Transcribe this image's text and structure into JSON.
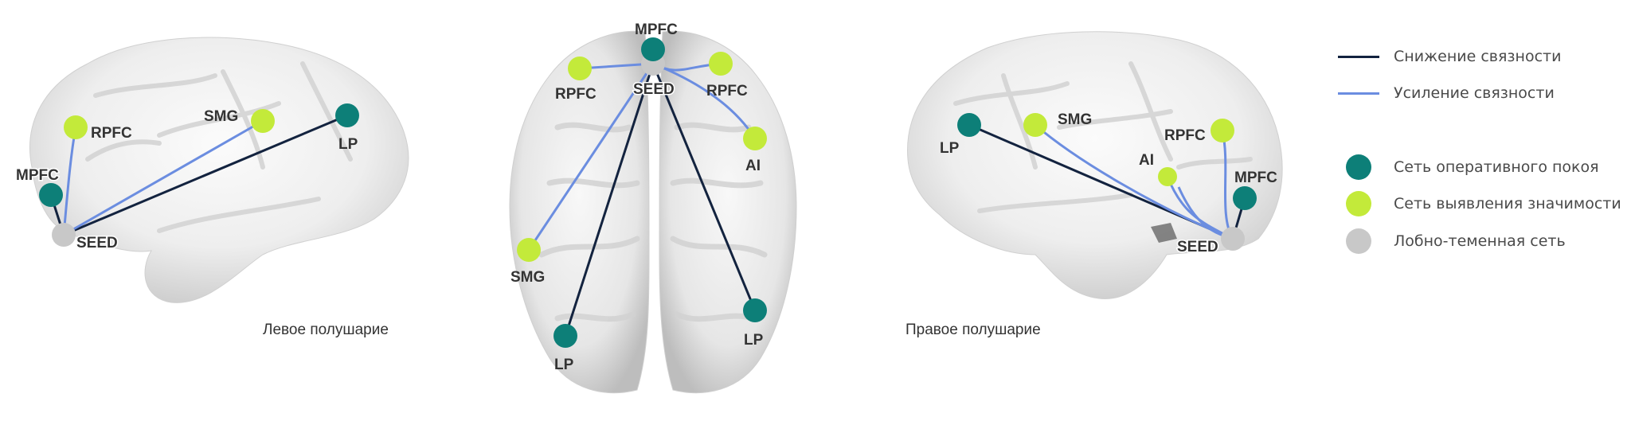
{
  "colors": {
    "decrease": "#13233f",
    "increase": "#6b8de0",
    "default_mode": "#0d7f78",
    "salience": "#c3ea3a",
    "frontoparietal": "#c8c8c8"
  },
  "captions": {
    "left": "Левое полушарие",
    "right": "Правое полушарие"
  },
  "legend": {
    "decrease": "Снижение связности",
    "increase": "Усиление связности",
    "default_mode": "Сеть оперативного покоя",
    "salience": "Сеть выявления значимости",
    "frontoparietal": "Лобно-теменная сеть"
  },
  "panels": {
    "left": {
      "labels": {
        "seed": "SEED",
        "mpfc": "MPFC",
        "rpfc": "RPFC",
        "smg": "SMG",
        "lp": "LP"
      }
    },
    "top": {
      "labels": {
        "seed": "SEED",
        "mpfc": "MPFC",
        "rpfc_l": "RPFC",
        "rpfc_r": "RPFC",
        "ai": "AI",
        "smg": "SMG",
        "lp_l": "LP",
        "lp_r": "LP"
      }
    },
    "right": {
      "labels": {
        "seed": "SEED",
        "mpfc": "MPFC",
        "rpfc": "RPFC",
        "smg": "SMG",
        "ai": "AI",
        "lp": "LP"
      }
    }
  }
}
